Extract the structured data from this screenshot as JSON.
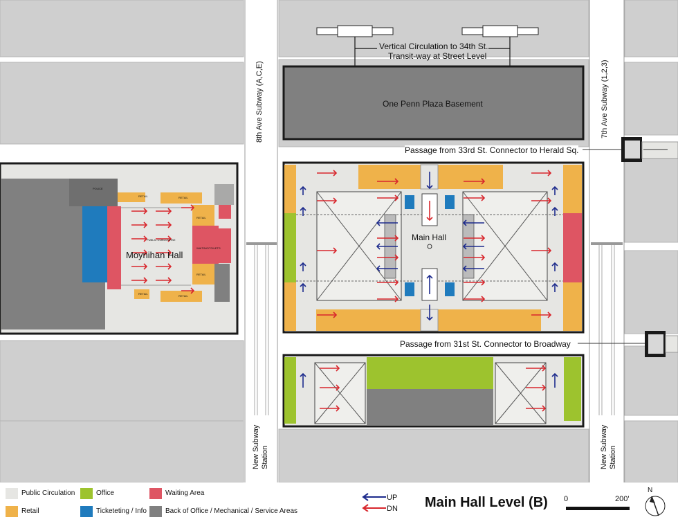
{
  "labels": {
    "vertical_circulation": "Vertical Circulation to 34th St.",
    "transitway": "Transit-way at Street Level",
    "one_penn": "One Penn Plaza Basement",
    "eighth_ave": "8th Ave Subway (A,C,E)",
    "seventh_ave": "7th Ave Subway (1,2,3)",
    "passage_33": "Passage from 33rd St. Connector to Herald Sq.",
    "passage_31": "Passage from 31st St. Connector to Broadway",
    "main_hall": "Main Hall",
    "moynihan": "Moynihan Hall",
    "new_subway_left": "New Subway Station",
    "new_subway_right": "New Subway Station",
    "moy_retail_1": "RETAIL",
    "moy_retail_2": "RETAIL",
    "moy_retail_3": "RETAIL",
    "moy_retail_4": "RETAIL",
    "moy_retail_5": "RETAIL",
    "moy_retail_6": "RETAIL",
    "moy_public": "PUBLIC CONCOURSE",
    "moy_waiting": "WAITING/TOILETS",
    "moy_police": "POLICE"
  },
  "legend": {
    "items": [
      {
        "label": "Public Circulation",
        "color": "#e6e6e3"
      },
      {
        "label": "Office",
        "color": "#9dc32e"
      },
      {
        "label": "Waiting Area",
        "color": "#de5563"
      },
      {
        "label": "Retail",
        "color": "#efb24a"
      },
      {
        "label": "Ticketeting / Info",
        "color": "#1f7bbd"
      },
      {
        "label": "Back of Office / Mechanical / Service Areas",
        "color": "#808080"
      }
    ],
    "up_label": "UP",
    "dn_label": "DN",
    "up_color": "#1c2a8c",
    "dn_color": "#d8262c"
  },
  "title": "Main Hall Level (B)",
  "scale": {
    "start": "0",
    "end": "200'"
  },
  "north": "N",
  "colors": {
    "street_block": "#cfcfcf",
    "block_edge": "#b5b5b5",
    "circulation": "#e6e6e3",
    "outline": "#1a1a1a",
    "back_office": "#808080",
    "retail": "#efb24a",
    "office": "#9dc32e",
    "waiting": "#de5563",
    "ticketing": "#1f7bbd"
  }
}
